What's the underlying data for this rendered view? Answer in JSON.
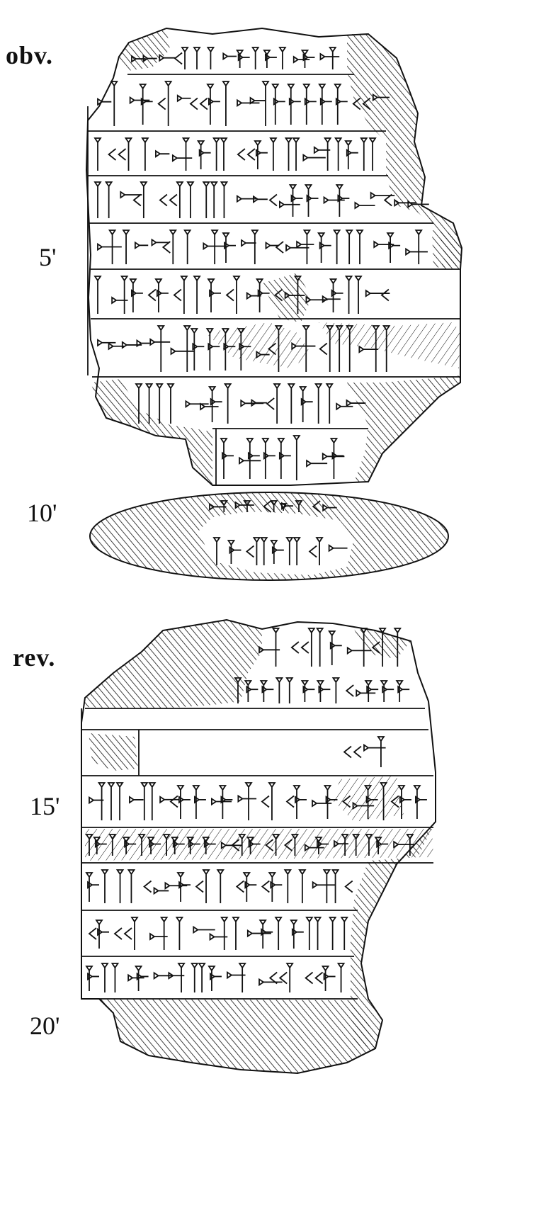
{
  "labels": {
    "obverse": "obv.",
    "reverse": "rev.",
    "line5": "5'",
    "line10": "10'",
    "line15": "15'",
    "line20": "20'"
  },
  "drawing": {
    "ink_color": "#111111",
    "paper_color": "#ffffff",
    "hatch_style": "diagonal hatching marks broken/damaged surface"
  }
}
